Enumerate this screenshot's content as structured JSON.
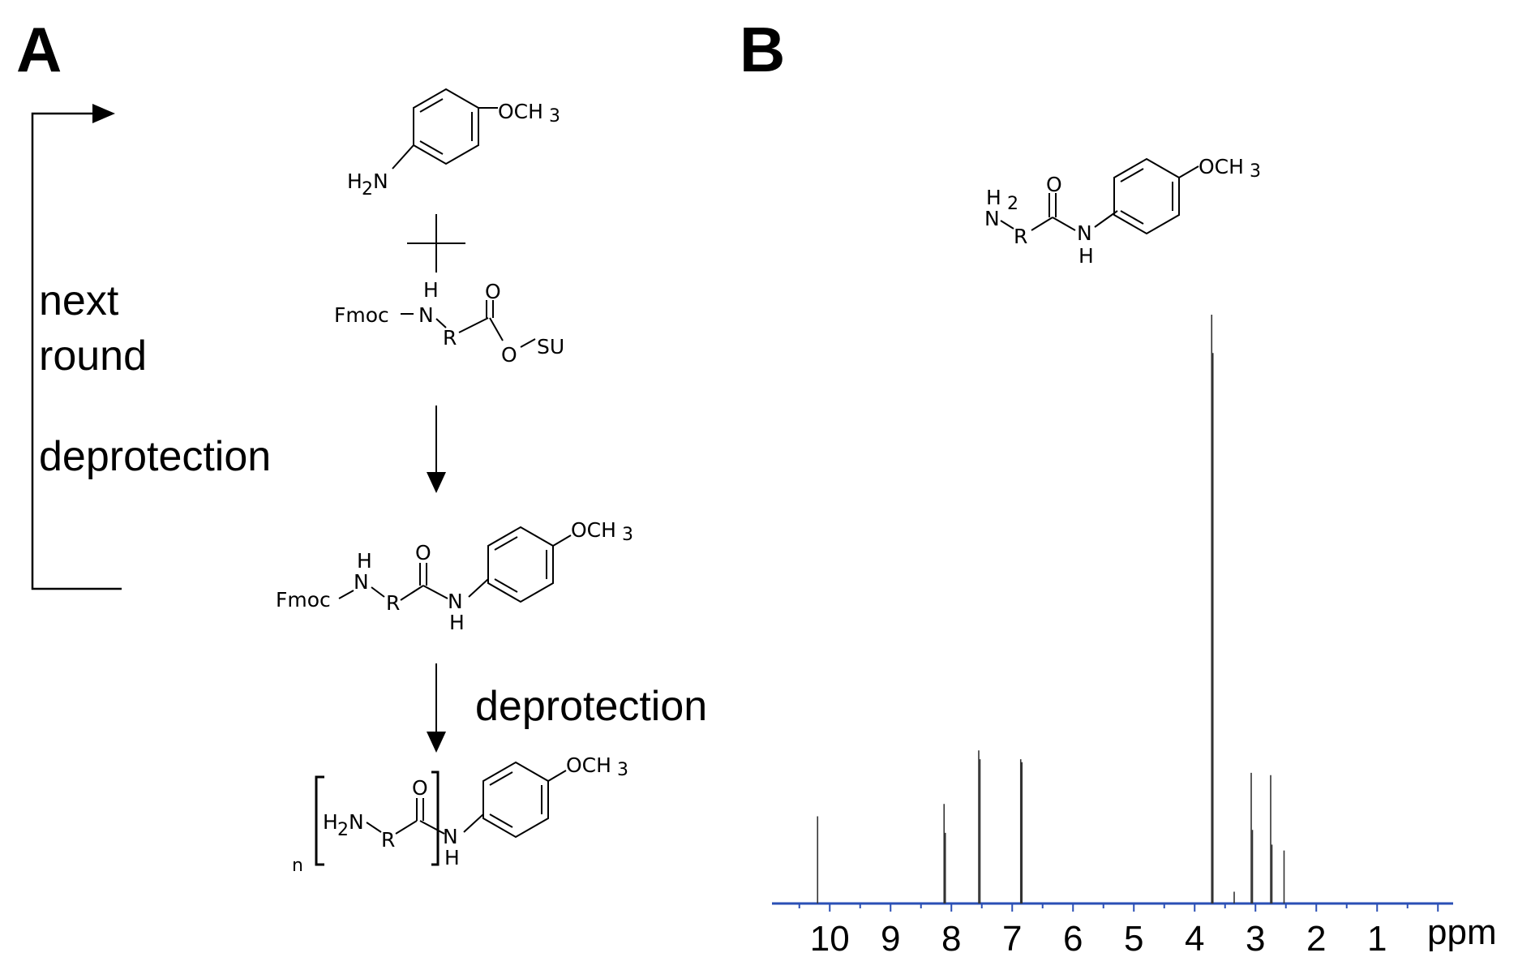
{
  "panels": {
    "a": "A",
    "b": "B"
  },
  "scheme": {
    "loop_line1": "next",
    "loop_line2": "round",
    "loop_line3": "deprotection",
    "step2_label": "deprotection",
    "och3": "OCH",
    "och3_sub": "3",
    "h2n_h": "H",
    "h2n_sub": "2",
    "h2n_n": "N",
    "fmoc": "Fmoc",
    "n": "N",
    "h": "H",
    "r": "R",
    "o": "O",
    "su": "SU",
    "repeat_n": "n"
  },
  "spectrum": {
    "axis_unit": "ppm",
    "compound": {
      "h": "H",
      "two": "2",
      "n": "N",
      "r": "R",
      "o": "O",
      "nh_n": "N",
      "nh_h": "H",
      "och3": "OCH",
      "och3_sub": "3"
    }
  },
  "chart_data": {
    "type": "line",
    "title": "",
    "xlabel": "ppm",
    "ylabel": "",
    "xlim": [
      10.95,
      -0.25
    ],
    "reversed_x": true,
    "xticks": [
      10,
      9,
      8,
      7,
      6,
      5,
      4,
      3,
      2,
      1
    ],
    "grid": false,
    "axis_color": "#2a4fb5",
    "peaks": [
      {
        "ppm": 10.2,
        "height": 0.148
      },
      {
        "ppm": 8.12,
        "height": 0.169
      },
      {
        "ppm": 8.1,
        "height": 0.12
      },
      {
        "ppm": 7.55,
        "height": 0.26
      },
      {
        "ppm": 7.53,
        "height": 0.245
      },
      {
        "ppm": 6.86,
        "height": 0.245
      },
      {
        "ppm": 6.84,
        "height": 0.24
      },
      {
        "ppm": 3.72,
        "height": 1.0
      },
      {
        "ppm": 3.7,
        "height": 0.935
      },
      {
        "ppm": 3.35,
        "height": 0.02
      },
      {
        "ppm": 3.07,
        "height": 0.222
      },
      {
        "ppm": 3.05,
        "height": 0.125
      },
      {
        "ppm": 2.75,
        "height": 0.218
      },
      {
        "ppm": 2.73,
        "height": 0.1
      },
      {
        "ppm": 2.53,
        "height": 0.09
      }
    ]
  }
}
